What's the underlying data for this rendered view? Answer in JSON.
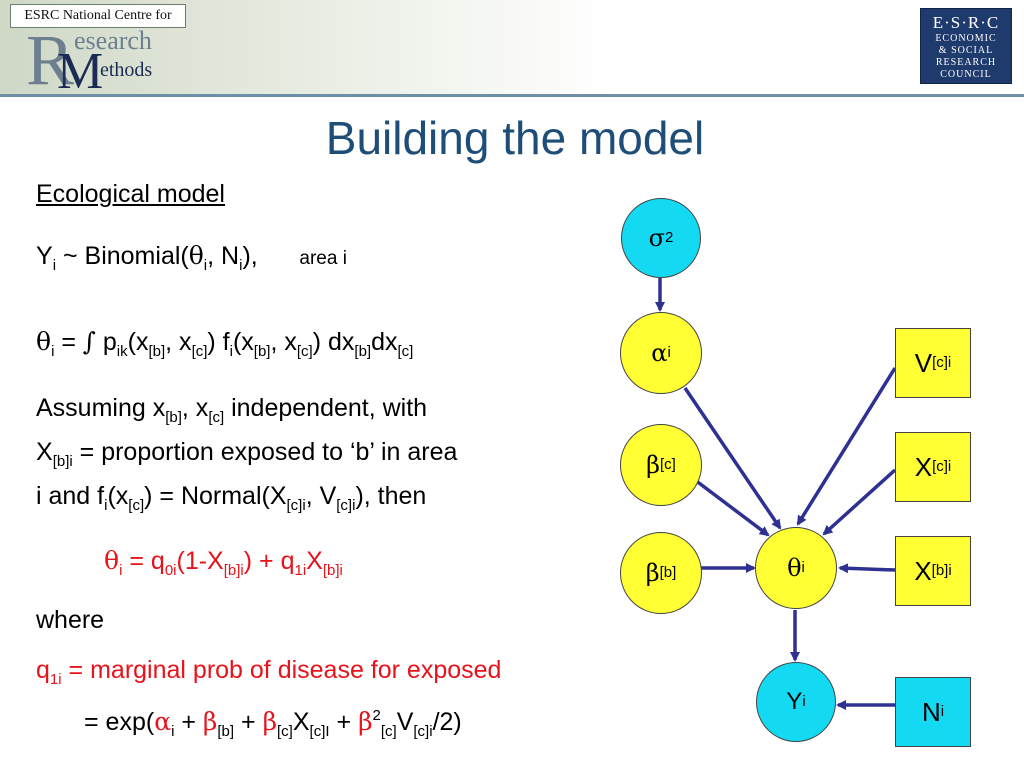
{
  "header": {
    "ncrm_top_line": "ESRC National Centre for",
    "ncrm_R": "R",
    "ncrm_research": "esearch",
    "ncrm_M": "M",
    "ncrm_methods": "ethods",
    "esrc_big": "E·S·R·C",
    "esrc_line1": "ECONOMIC",
    "esrc_line2": "& SOCIAL",
    "esrc_line3": "RESEARCH",
    "esrc_line4": "COUNCIL"
  },
  "slide": {
    "title": "Building the model",
    "heading": "Ecological model",
    "area_note": "area i",
    "assumption_1": "Assuming x",
    "assumption_independent": " independent, with",
    "assumption_2_suffix": " = proportion exposed to ‘b’ in area",
    "assumption_3_prefix": "i and f",
    "assumption_3_normal": " = Normal(X",
    "assumption_3_then": "), then",
    "where": "where",
    "marginal_text": "marginal prob of disease for exposed"
  },
  "diagram": {
    "sigma_label": "σ",
    "alpha_label": "α",
    "beta_c_label": "β",
    "beta_b_label": "β",
    "theta_label": "θ",
    "y_label": "Y",
    "box_v": "V",
    "box_xc": "X",
    "box_xb": "X",
    "box_n": "N"
  },
  "colors": {
    "title": "#1e4e78",
    "red_text": "#e8121a",
    "node_yellow": "#ffff33",
    "node_cyan": "#14d9f2",
    "arrow": "#2e3192"
  }
}
